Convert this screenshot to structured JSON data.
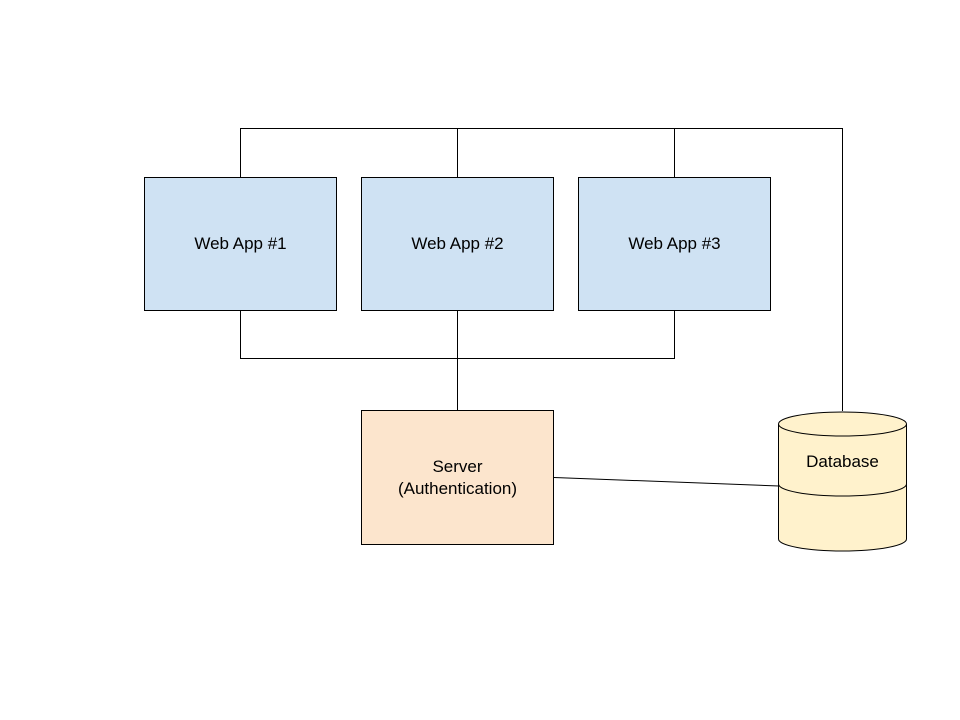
{
  "colors": {
    "web_app_fill": "#cfe2f3",
    "server_fill": "#fce5cd",
    "database_fill": "#fff2cc",
    "line": "#000000"
  },
  "nodes": {
    "web_app_1": {
      "label": "Web App #1"
    },
    "web_app_2": {
      "label": "Web App #2"
    },
    "web_app_3": {
      "label": "Web App #3"
    },
    "server": {
      "label_line_1": "Server",
      "label_line_2": "(Authentication)"
    },
    "database": {
      "label": "Database",
      "shape": "cylinder-icon"
    }
  },
  "edges": [
    {
      "from": "web_app_1",
      "to": "database",
      "path": "top-bus"
    },
    {
      "from": "web_app_2",
      "to": "database",
      "path": "top-bus"
    },
    {
      "from": "web_app_3",
      "to": "database",
      "path": "top-bus"
    },
    {
      "from": "web_app_1",
      "to": "server",
      "path": "bottom-bus"
    },
    {
      "from": "web_app_2",
      "to": "server",
      "path": "bottom-bus"
    },
    {
      "from": "web_app_3",
      "to": "server",
      "path": "bottom-bus"
    },
    {
      "from": "server",
      "to": "database",
      "path": "direct"
    }
  ]
}
